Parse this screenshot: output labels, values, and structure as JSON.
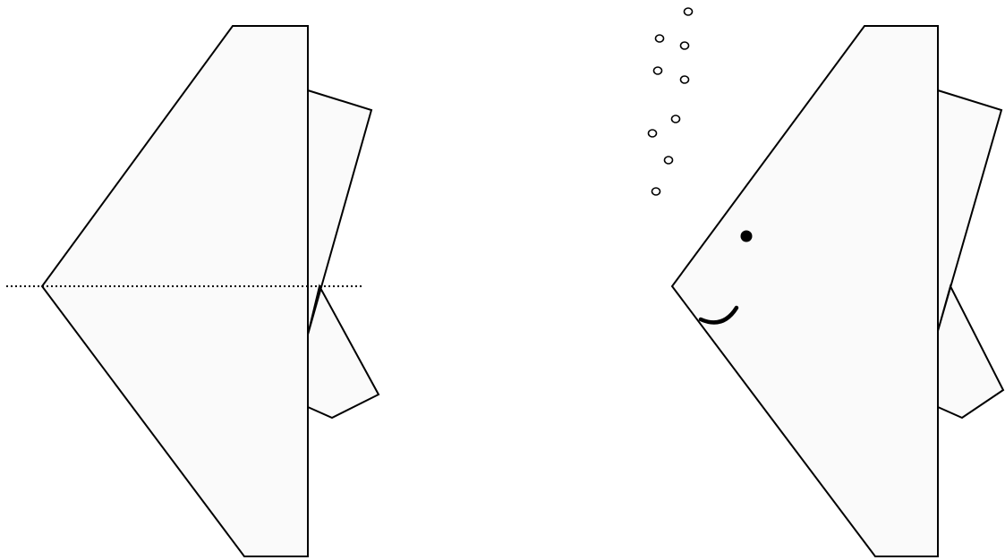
{
  "diagram": {
    "type": "origami-fish-folding-steps",
    "colors": {
      "paper": "#fafafa",
      "outline": "#000000",
      "background": "#ffffff"
    },
    "steps": [
      {
        "name": "step-fold",
        "icons": [
          "fish-body-icon",
          "tail-fin-icon",
          "fold-line-icon"
        ]
      },
      {
        "name": "step-finished-fish",
        "icons": [
          "fish-body-icon",
          "tail-fin-icon",
          "eye-icon",
          "mouth-icon",
          "bubble-icon"
        ],
        "bubble_count": 9
      }
    ]
  }
}
